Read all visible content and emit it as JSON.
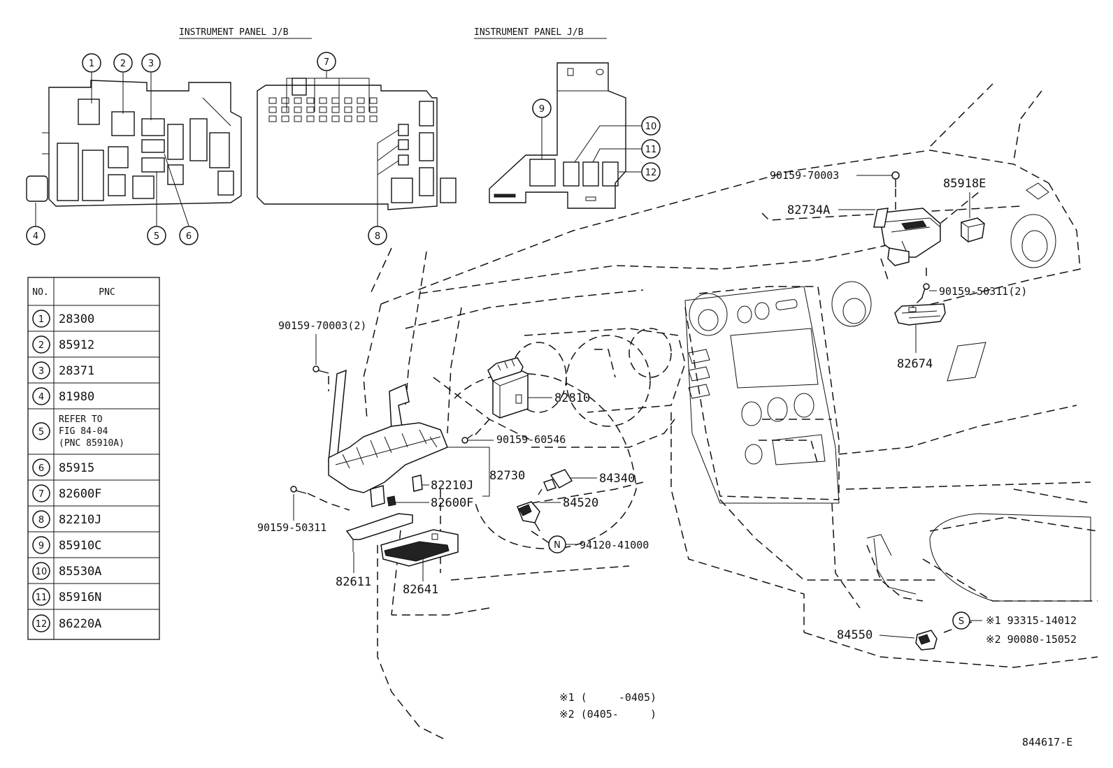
{
  "header_left": "INSTRUMENT PANEL J/B",
  "header_right": "INSTRUMENT PANEL J/B",
  "table": {
    "col_no": "NO.",
    "col_pnc": "PNC",
    "rows": [
      {
        "no": "1",
        "pnc": "28300"
      },
      {
        "no": "2",
        "pnc": "85912"
      },
      {
        "no": "3",
        "pnc": "28371"
      },
      {
        "no": "4",
        "pnc": "81980"
      },
      {
        "no": "5",
        "pnc_lines": [
          "REFER TO",
          "FIG 84-04",
          "(PNC 85910A)"
        ]
      },
      {
        "no": "6",
        "pnc": "85915"
      },
      {
        "no": "7",
        "pnc": "82600F"
      },
      {
        "no": "8",
        "pnc": "82210J"
      },
      {
        "no": "9",
        "pnc": "85910C"
      },
      {
        "no": "10",
        "pnc": "85530A"
      },
      {
        "no": "11",
        "pnc": "85916N"
      },
      {
        "no": "12",
        "pnc": "86220A"
      }
    ]
  },
  "callouts": {
    "c1": "1",
    "c2": "2",
    "c3": "3",
    "c4": "4",
    "c5": "5",
    "c6": "6",
    "c7": "7",
    "c8": "8",
    "c9": "9",
    "c10": "10",
    "c11": "11",
    "c12": "12"
  },
  "parts": {
    "p90159_70003_2": "90159-70003(2)",
    "p90159_50311": "90159-50311",
    "p82611": "82611",
    "p82641": "82641",
    "p82810": "82810",
    "p90159_60546": "90159-60546",
    "p82730": "82730",
    "p82210J": "82210J",
    "p82600F": "82600F",
    "p84340": "84340",
    "p84520": "84520",
    "p94120_41000": "94120-41000",
    "n_mark": "N",
    "p90159_70003": "90159-70003",
    "p85918E": "85918E",
    "p82734A": "82734A",
    "p90159_50311_2": "90159-50311(2)",
    "p82674": "82674",
    "p84550": "84550",
    "s_mark": "S",
    "s1": "※1 93315-14012",
    "s2": "※2 90080-15052"
  },
  "notes": {
    "n1": "※1 (     -0405)",
    "n2": "※2 (0405-     )"
  },
  "figure_id": "844617-E"
}
